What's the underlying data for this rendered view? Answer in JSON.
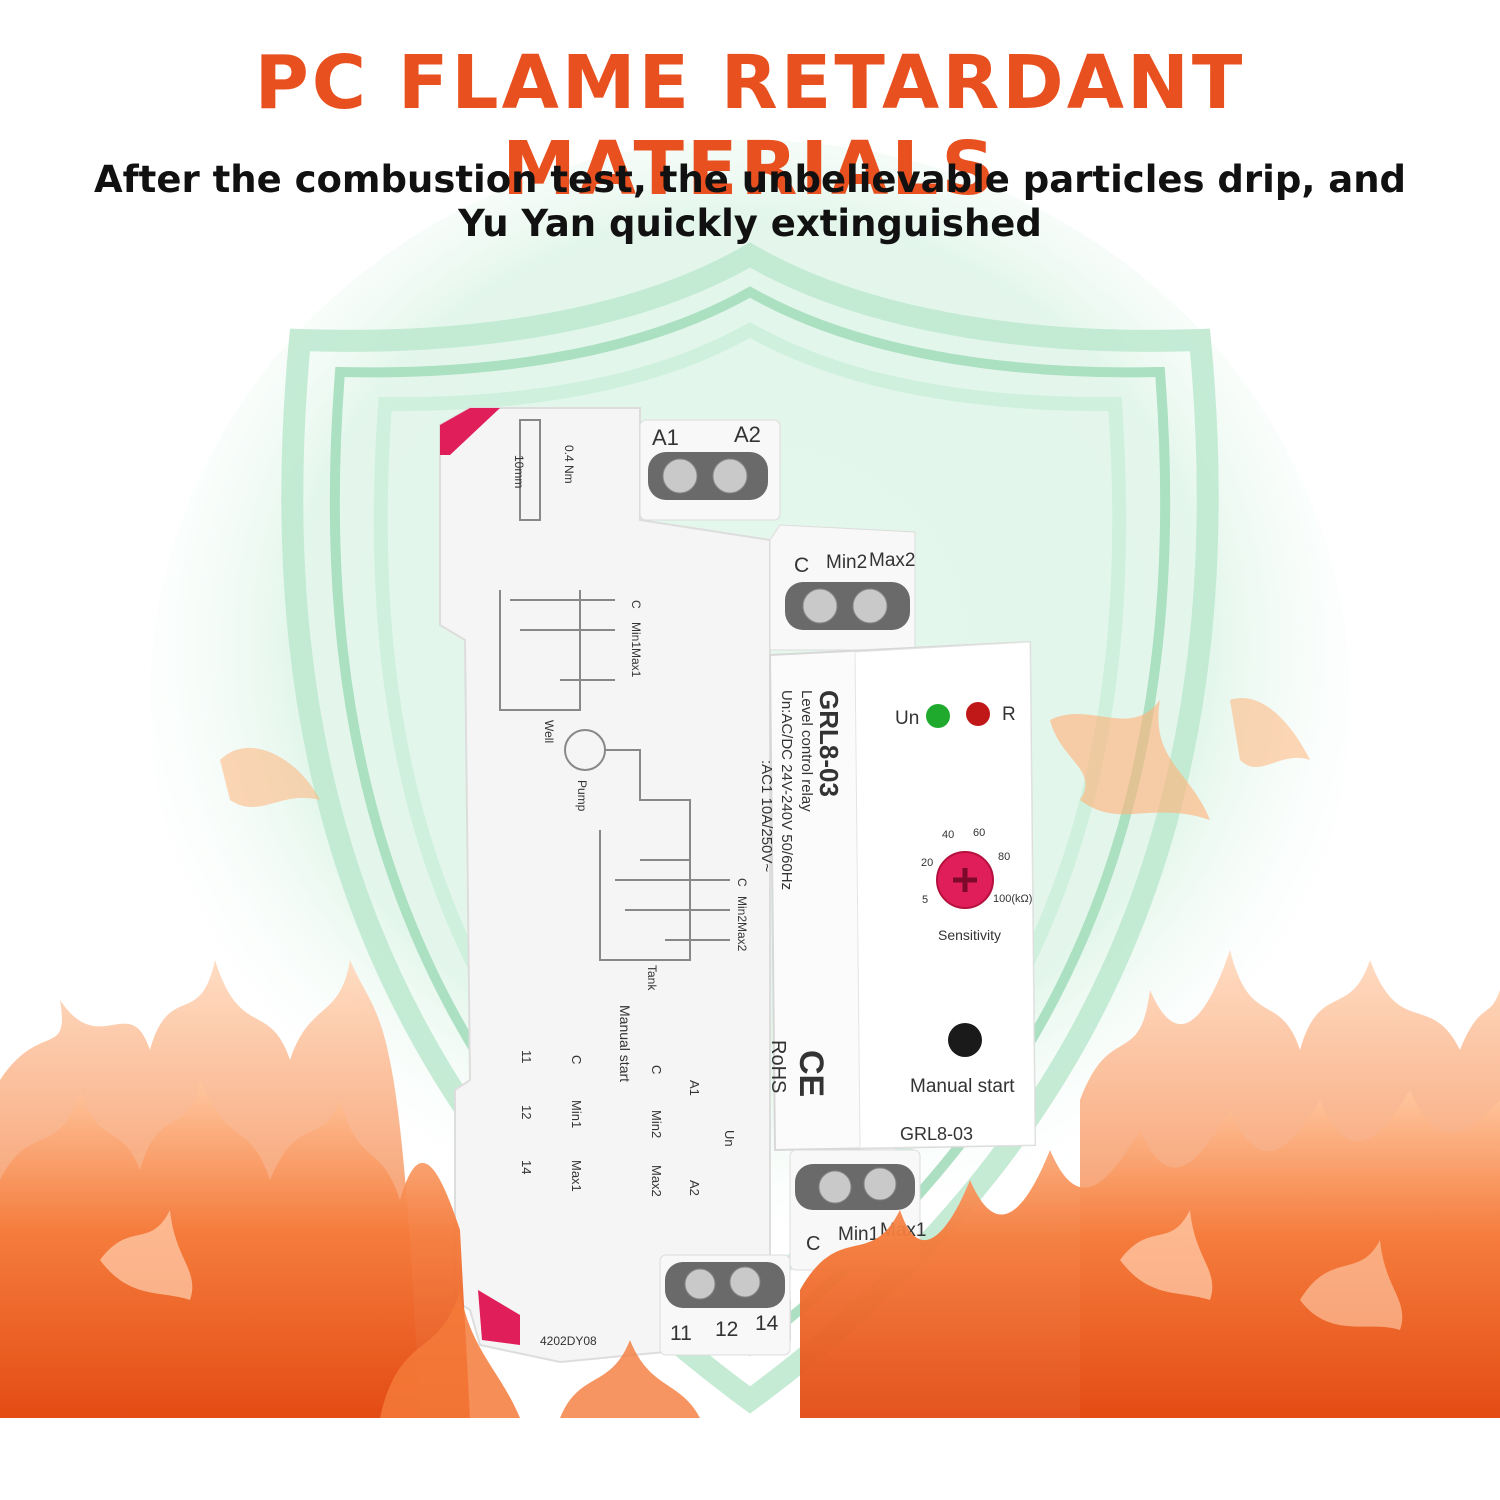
{
  "headline": "PC FLAME RETARDANT MATERIALS",
  "subline": "After the combustion test, the unbelievable particles drip, and Yu Yan quickly extinguished",
  "colors": {
    "headline": "#e8501f",
    "subline": "#111111",
    "shield": "#9fdcb8",
    "flame_dark": "#f0641e",
    "flame_light": "#ffb27a",
    "body": "#f7f7f7",
    "led_green": "#1faa2e",
    "led_red": "#c01818",
    "knob": "#e01e5a"
  },
  "device": {
    "terminals_top": {
      "a1": "A1",
      "a2": "A2"
    },
    "terminals_mid": {
      "c": "C",
      "min2": "Min2",
      "max2": "Max2"
    },
    "terminals_low": {
      "c": "C",
      "min1": "Min1",
      "max1": "Max1"
    },
    "terminals_bottom": {
      "t11": "11",
      "t12": "12",
      "t14": "14"
    },
    "side": {
      "model": "GRL8-03",
      "desc": "Level control relay",
      "spec_un": "Un:AC/DC 24V-240V 50/60Hz",
      "spec_ac": ":AC1 10A/250V~",
      "torque": "0.4 Nm",
      "strip": "10mm",
      "well": "Well",
      "pump": "Pump",
      "tank": "Tank",
      "diag_c1": "C",
      "diag_min1max1": "Min1Max1",
      "diag_c2": "C",
      "diag_min2max2": "Min2Max2",
      "manual_start": "Manual start",
      "rohs": "RoHS",
      "ce": "CE",
      "wire_a1": "A1",
      "wire_a2": "A2",
      "wire_un": "Un",
      "wire_c": "C",
      "wire_min2": "Min2",
      "wire_max2": "Max2",
      "wire_c2": "C",
      "wire_min1": "Min1",
      "wire_max1": "Max1",
      "wire_11": "11",
      "wire_12": "12",
      "wire_14": "14",
      "serial": "4202DY08"
    },
    "front": {
      "led_un": "Un",
      "led_r": "R",
      "dial_ticks": [
        "5",
        "20",
        "40",
        "60",
        "80",
        "100(kΩ)"
      ],
      "dial_label": "Sensitivity",
      "button_label": "Manual start",
      "model": "GRL8-03"
    }
  }
}
